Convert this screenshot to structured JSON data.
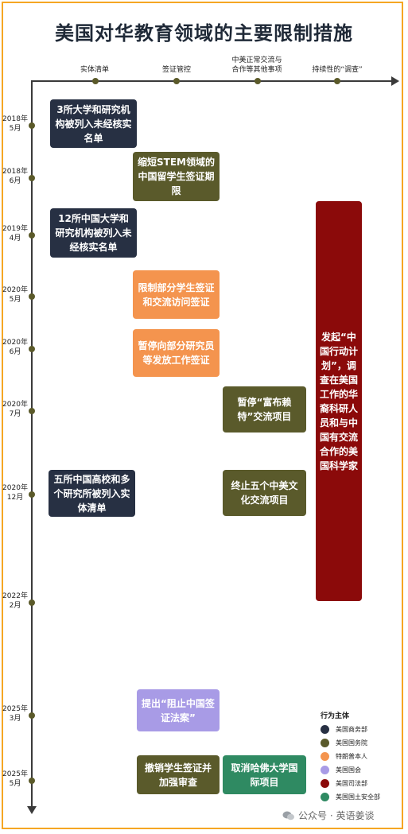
{
  "title": "美国对华教育领域的主要限制措施",
  "columns": [
    {
      "label": "实体清单"
    },
    {
      "label": "签证管控"
    },
    {
      "label": "中美正常交流与\n合作等其他事项"
    },
    {
      "label": "持续性的“调查”"
    }
  ],
  "dates": [
    {
      "label": "2018年\n5月"
    },
    {
      "label": "2018年\n6月"
    },
    {
      "label": "2019年\n4月"
    },
    {
      "label": "2020年\n5月"
    },
    {
      "label": "2020年\n6月"
    },
    {
      "label": "2020年\n7月"
    },
    {
      "label": "2020年\n12月"
    },
    {
      "label": "2022年\n2月"
    },
    {
      "label": "2025年\n3月"
    },
    {
      "label": "2025年\n5月"
    }
  ],
  "measures": [
    {
      "text": "3所大学和研究机构被列入未经核实名单",
      "actor": "美国商务部",
      "color": "#273043"
    },
    {
      "text": "缩短STEM领域的中国留学生签证期限",
      "actor": "美国国务院",
      "color": "#5a5a2b"
    },
    {
      "text": "12所中国大学和研究机构被列入未经核实名单",
      "actor": "美国商务部",
      "color": "#273043"
    },
    {
      "text": "限制部分学生签证和交流访问签证",
      "actor": "特朗普本人",
      "color": "#f4944e"
    },
    {
      "text": "暂停向部分研究员等发放工作签证",
      "actor": "特朗普本人",
      "color": "#f4944e"
    },
    {
      "text": "暂停“富布赖特”交流项目",
      "actor": "美国国务院",
      "color": "#5a5a2b"
    },
    {
      "text": "五所中国高校和多个研究所被列入实体清单",
      "actor": "美国商务部",
      "color": "#273043"
    },
    {
      "text": "终止五个中美文化交流项目",
      "actor": "美国国务院",
      "color": "#5a5a2b"
    },
    {
      "text": "发起“中国行动计划”，调查在美国工作的华裔科研人员和与中国有交流合作的美国科学家",
      "actor": "美国司法部",
      "color": "#8b0a0a"
    },
    {
      "text": "提出“阻止中国签证法案”",
      "actor": "美国国会",
      "color": "#a89be6"
    },
    {
      "text": "撤销学生签证并加强审查",
      "actor": "美国国务院",
      "color": "#5a5a2b"
    },
    {
      "text": "取消哈佛大学国际项目",
      "actor": "美国国土安全部",
      "color": "#2f8a62"
    }
  ],
  "legend": {
    "title": "行为主体",
    "items": [
      {
        "label": "美国商务部",
        "color": "#273043"
      },
      {
        "label": "美国国务院",
        "color": "#5a5a2b"
      },
      {
        "label": "特朗普本人",
        "color": "#f4944e"
      },
      {
        "label": "美国国会",
        "color": "#a89be6"
      },
      {
        "label": "美国司法部",
        "color": "#8b0a0a"
      },
      {
        "label": "美国国土安全部",
        "color": "#2f8a62"
      }
    ]
  },
  "watermark": "公众号 · 英语姜谈"
}
